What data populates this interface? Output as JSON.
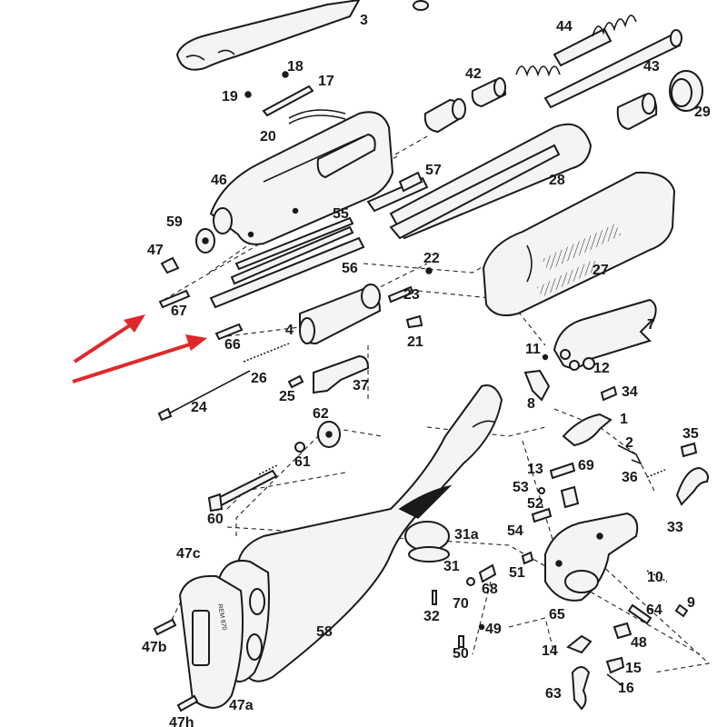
{
  "labels": {
    "l3": "3",
    "l44": "44",
    "l18": "18",
    "l17": "17",
    "l19": "19",
    "l42": "42",
    "l43": "43",
    "l29": "29",
    "l20": "20",
    "l46": "46",
    "l57": "57",
    "l28": "28",
    "l59": "59",
    "l55": "55",
    "l47": "47",
    "l56": "56",
    "l22": "22",
    "l27": "27",
    "l67": "67",
    "l23": "23",
    "l4": "4",
    "l7": "7",
    "l66": "66",
    "l21": "21",
    "l11": "11",
    "l26": "26",
    "l12": "12",
    "l37": "37",
    "l25": "25",
    "l8": "8",
    "l34": "34",
    "l24": "24",
    "l62": "62",
    "l1": "1",
    "l35": "35",
    "l2": "2",
    "l61": "61",
    "l13": "13",
    "l69": "69",
    "l36": "36",
    "l53": "53",
    "l52": "52",
    "l60": "60",
    "l54": "54",
    "l33": "33",
    "l31a": "31a",
    "l47c": "47c",
    "l51": "51",
    "l31": "31",
    "l10": "10",
    "l68": "68",
    "l70": "70",
    "l64": "64",
    "l9": "9",
    "l65": "65",
    "l32": "32",
    "l58": "58",
    "l49": "49",
    "l48": "48",
    "l47b": "47b",
    "l50": "50",
    "l14": "14",
    "l15": "15",
    "l16": "16",
    "l63": "63",
    "l47a": "47a",
    "l47h": "47h"
  },
  "pad_marking": "REM 870",
  "colors": {
    "line": "#1a1a1a",
    "arrow": "#e0282a",
    "background": "#ffffff"
  }
}
